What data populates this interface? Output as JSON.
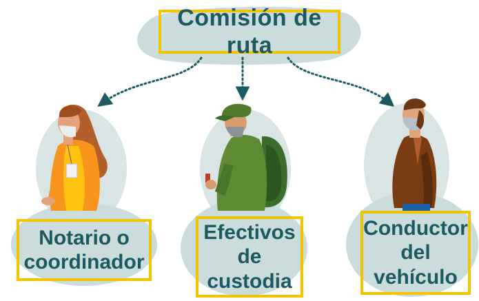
{
  "diagram": {
    "title": "Comisión de ruta",
    "roles": [
      {
        "lines": [
          "Notario o",
          "coordinador"
        ]
      },
      {
        "lines": [
          "Efectivos",
          "de",
          "custodia"
        ]
      },
      {
        "lines": [
          "Conductor",
          "del",
          "vehículo"
        ]
      }
    ]
  },
  "colors": {
    "blob": "#cbdcdc",
    "halo": "#d9e4e4",
    "highlight_border": "#f3c400",
    "text": "#1d5963",
    "arrow": "#1d5963"
  },
  "icons": [
    "notary-person-icon",
    "soldier-person-icon",
    "driver-person-icon"
  ]
}
